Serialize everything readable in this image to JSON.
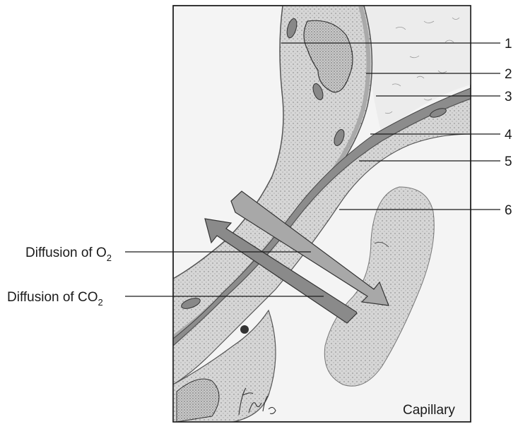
{
  "numbered_labels": [
    {
      "number": "1"
    },
    {
      "number": "2"
    },
    {
      "number": "3"
    },
    {
      "number": "4"
    },
    {
      "number": "5"
    },
    {
      "number": "6"
    }
  ],
  "diffusion_labels": {
    "o2": {
      "prefix": "Diffusion of O",
      "subscript": "2"
    },
    "co2": {
      "prefix": "Diffusion of CO",
      "subscript": "2"
    }
  },
  "capillary_label": "Capillary",
  "signature": "J. Fults",
  "colors": {
    "tissue_fill": "#d8d8d8",
    "membrane_fill": "#b8b8b8",
    "alveolus_fill": "#f2f2f2",
    "arrow_fill": "#9a9a9a",
    "rbc_fill": "#c4c4c4",
    "ink": "#1a1a1a"
  }
}
